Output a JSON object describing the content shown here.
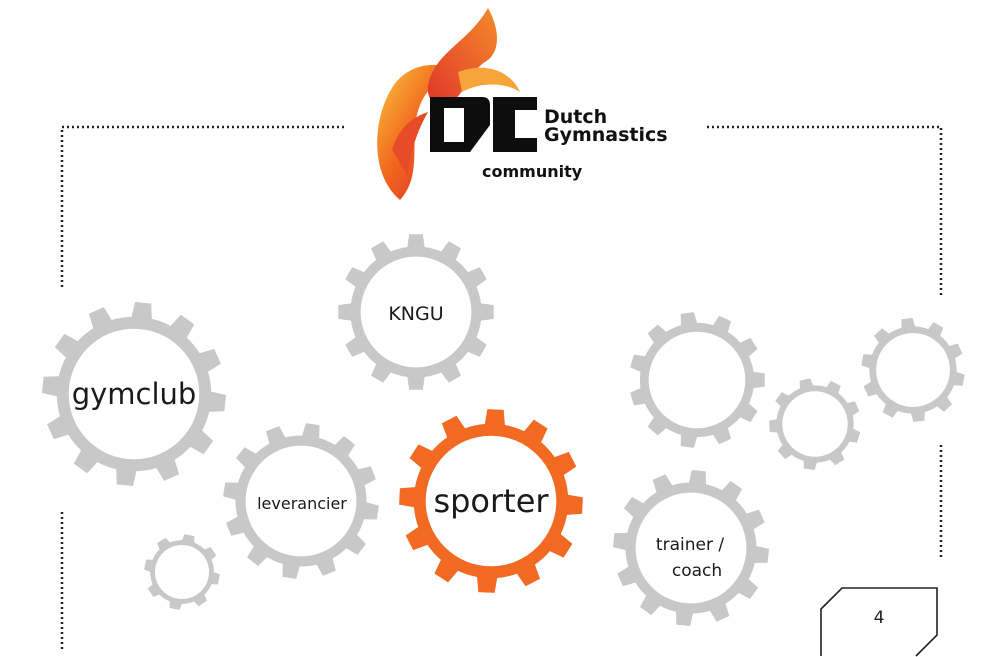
{
  "logo": {
    "brand_line1": "Dutch",
    "brand_line2": "Gymnastics",
    "tagline": "community",
    "brand_colors": {
      "flame_start": "#f7c23a",
      "flame_mid": "#f26a1f",
      "flame_end": "#d9232e",
      "mark": "#0d0d0d"
    }
  },
  "gears": {
    "gymclub": "gymclub",
    "kngu": "KNGU",
    "leverancier": "leverancier",
    "sporter": "sporter",
    "trainer_line1": "trainer /",
    "trainer_line2": "coach"
  },
  "colors": {
    "gear_grey": "#c8c8c8",
    "gear_highlight": "#f26a21",
    "frame": "#222222"
  },
  "page_number": "4"
}
